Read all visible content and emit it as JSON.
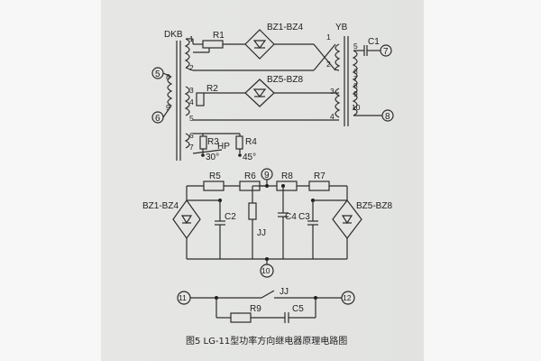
{
  "upper": {
    "dkb": "DKB",
    "bz1": "BZ1-BZ4",
    "bz5": "BZ5-BZ8",
    "yb": "YB",
    "r1": "R1",
    "r2": "R2",
    "r3": "R3",
    "r4": "R4",
    "c1": "C1",
    "hp": "HP",
    "angle30": "30°",
    "angle45": "45°",
    "terminals": {
      "t5": "5",
      "t6": "6",
      "t7": "7",
      "t8": "8"
    },
    "dkb_pins": {
      "p1": "1",
      "p2": "2",
      "p8": "8",
      "p3": "3",
      "p4": "4",
      "p9": "9",
      "p5": "5",
      "p6": "6",
      "p7": "7"
    },
    "yb_primary_pins": {
      "p1": "1",
      "p2": "2",
      "p3": "3",
      "p4": "4"
    },
    "yb_secondary_pins": [
      "5",
      "6",
      "7",
      "8",
      "9",
      "10"
    ]
  },
  "middle": {
    "r5": "R5",
    "r6": "R6",
    "r8": "R8",
    "r7": "R7",
    "bz1": "BZ1-BZ4",
    "bz5": "BZ5-BZ8",
    "c2": "C2",
    "c3": "C3",
    "c4": "C4",
    "jj": "JJ",
    "terminals": {
      "t9": "9",
      "t10": "10"
    }
  },
  "lower": {
    "jj": "JJ",
    "r9": "R9",
    "c5": "C5",
    "terminals": {
      "t11": "11",
      "t12": "12"
    }
  },
  "caption": "图5  LG-11型功率方向继电器原理电路图"
}
